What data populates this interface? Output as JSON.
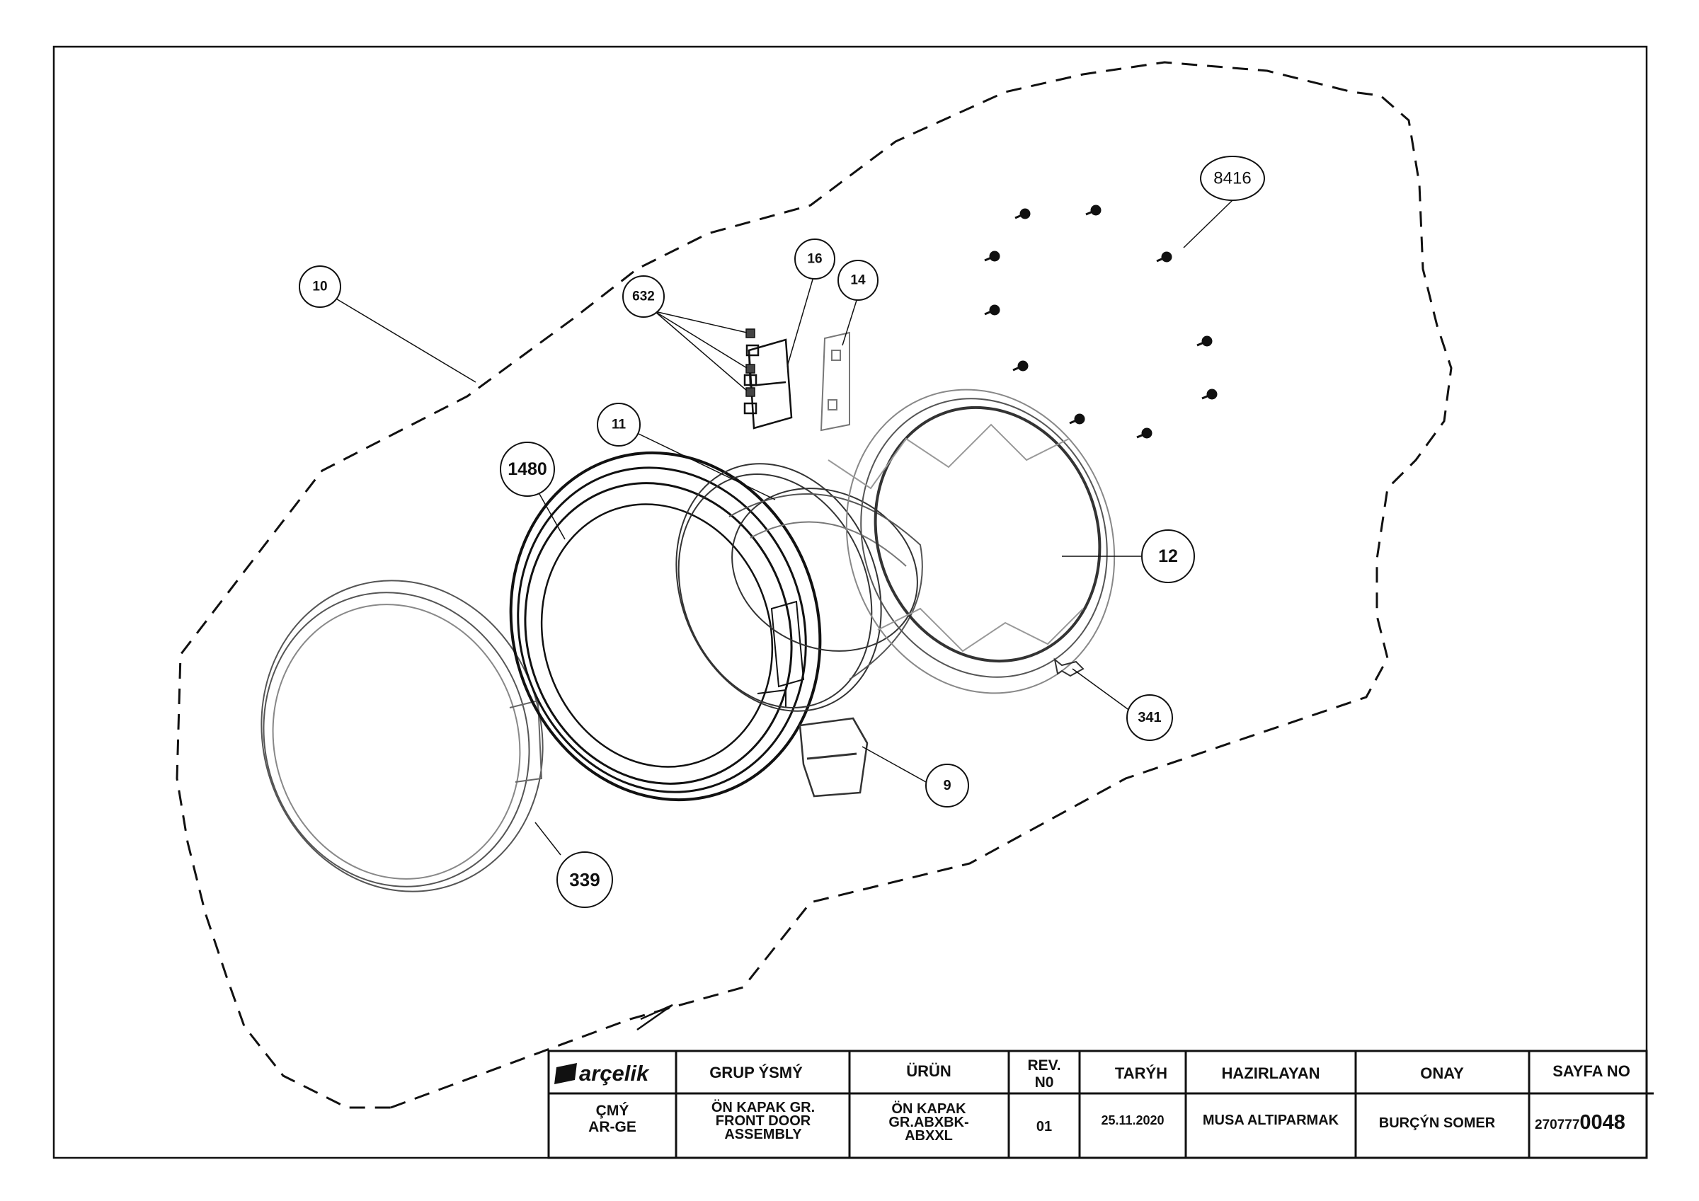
{
  "callouts": {
    "c10": "10",
    "c16": "16",
    "c14": "14",
    "c632": "632",
    "c8416": "8416",
    "c11": "11",
    "c1480": "1480",
    "c12": "12",
    "c341": "341",
    "c9": "9",
    "c339": "339"
  },
  "title_block": {
    "logo_text": "arçelik",
    "headers": {
      "group_name": "GRUP ÝSMÝ",
      "product": "ÜRÜN",
      "rev_line1": "REV.",
      "rev_line2": "N0",
      "date": "TARÝH",
      "prepared_by": "HAZIRLAYAN",
      "approval": "ONAY",
      "page_no": "SAYFA NO"
    },
    "values": {
      "dept_line1": "ÇMÝ",
      "dept_line2": "AR-GE",
      "group_line1": "ÖN KAPAK GR.",
      "group_line2": "FRONT DOOR",
      "group_line3": "ASSEMBLY",
      "product_line1": "ÖN KAPAK",
      "product_line2": "GR.ABXBK-",
      "product_line3": "ABXXL",
      "rev": "01",
      "date": "25.11.2020",
      "prepared_by": "MUSA ALTIPARMAK",
      "approval": "BURÇÝN SOMER",
      "page_prefix": "270777",
      "page_suffix": "0048"
    }
  }
}
